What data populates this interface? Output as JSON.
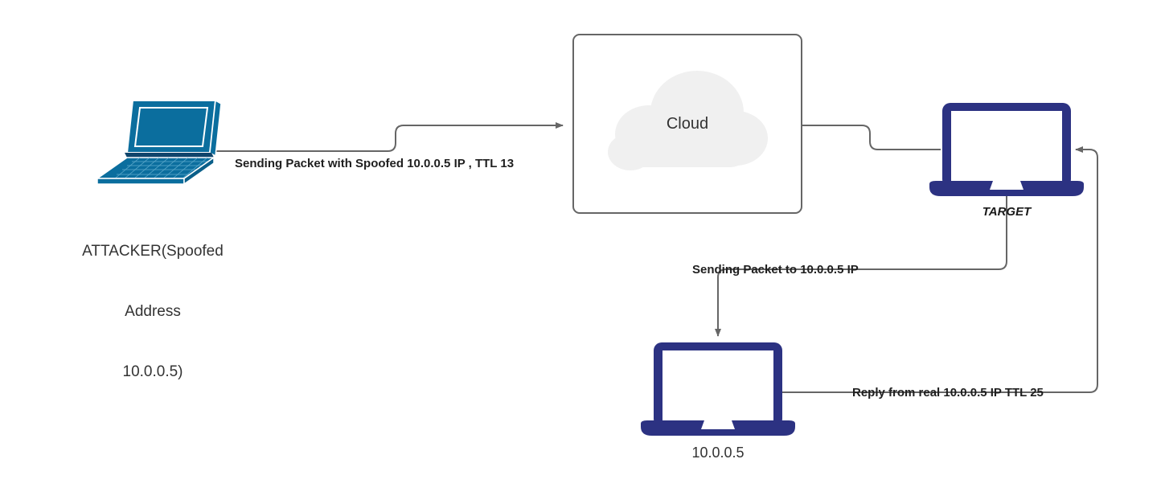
{
  "diagram": {
    "title": "IP Spoofing TTL Analysis Network Diagram",
    "background": "#ffffff",
    "colors": {
      "attacker_device": "#0b6e9e",
      "target_device": "#2c3282",
      "host_device": "#2c3282",
      "cloud_fill": "#f0f0f0",
      "cloud_box_border": "#666666",
      "connector": "#666666",
      "text": "#333333"
    }
  },
  "nodes": {
    "attacker": {
      "icon": "laptop-isometric-icon",
      "label_lines": [
        "ATTACKER(Spoofed",
        "Address",
        "10.0.0.5)"
      ]
    },
    "cloud": {
      "icon": "cloud-icon",
      "label": "Cloud"
    },
    "target": {
      "icon": "laptop-icon",
      "label": "TARGET"
    },
    "real_host": {
      "icon": "laptop-icon",
      "label": "10.0.0.5"
    }
  },
  "connectors": [
    {
      "id": "attacker-to-cloud",
      "label": "Sending Packet with Spoofed 10.0.0.5 IP , TTL 13",
      "from": "attacker",
      "to": "cloud",
      "arrowhead": "end"
    },
    {
      "id": "cloud-to-target",
      "label": "",
      "from": "cloud",
      "to": "target",
      "arrowhead": "none"
    },
    {
      "id": "target-to-real-host",
      "label": "Sending Packet to 10.0.0.5 IP",
      "from": "target",
      "to": "real_host",
      "arrowhead": "end"
    },
    {
      "id": "real-host-to-target",
      "label": "Reply from real 10.0.0.5 IP TTL 25",
      "from": "real_host",
      "to": "target",
      "arrowhead": "end"
    }
  ]
}
